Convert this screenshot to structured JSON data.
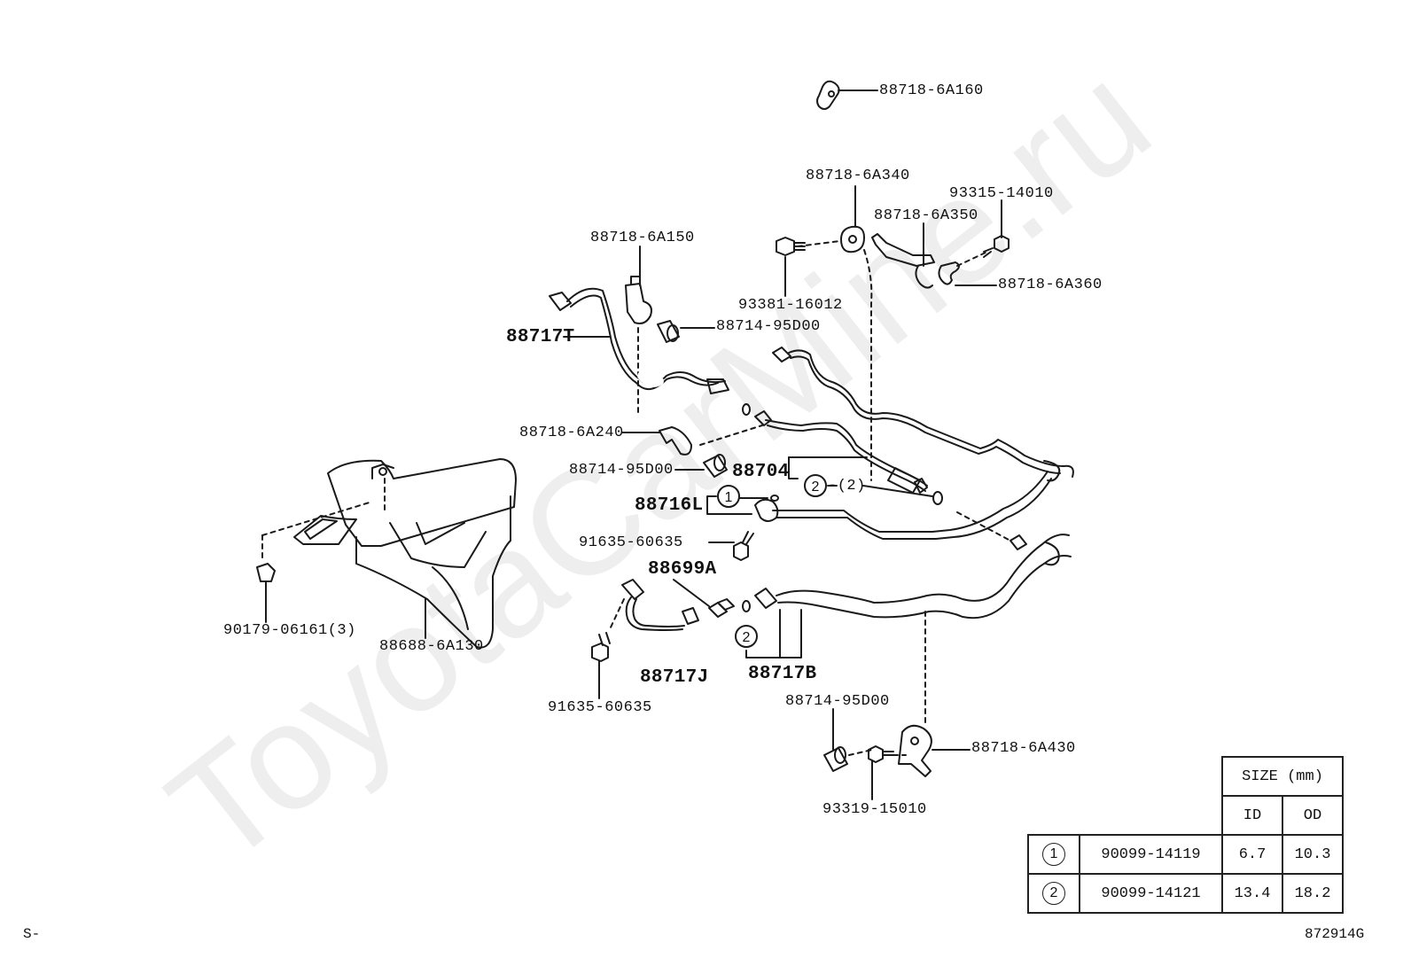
{
  "watermark": "ToyotaCarMine.ru",
  "labels": {
    "p88718_6A160": "88718-6A160",
    "p88718_6A340": "88718-6A340",
    "p93315_14010": "93315-14010",
    "p88718_6A350": "88718-6A350",
    "p88718_6A150": "88718-6A150",
    "p93381_16012": "93381-16012",
    "p88718_6A360": "88718-6A360",
    "p88714_95D00_a": "88714-95D00",
    "p88717T": "88717T",
    "p88718_6A240": "88718-6A240",
    "p88714_95D00_b": "88714-95D00",
    "p88704": "88704",
    "callout_2_qty": "-(2)",
    "p88716L": "88716L",
    "p91635_60635_a": "91635-60635",
    "p88699A": "88699A",
    "p90179_06161": "90179-06161(3)",
    "p88688_6A130": "88688-6A130",
    "p88717J": "88717J",
    "p88717B": "88717B",
    "p91635_60635_b": "91635-60635",
    "p88714_95D00_c": "88714-95D00",
    "p88718_6A430": "88718-6A430",
    "p93319_15010": "93319-15010"
  },
  "callouts": {
    "one": "1",
    "two": "2"
  },
  "size_table": {
    "header": "SIZE (mm)",
    "col_id": "ID",
    "col_od": "OD",
    "rows": [
      {
        "ref": "1",
        "part": "90099-14119",
        "id": "6.7",
        "od": "10.3"
      },
      {
        "ref": "2",
        "part": "90099-14121",
        "id": "13.4",
        "od": "18.2"
      }
    ]
  },
  "corner_left": "S-",
  "corner_right": "872914G"
}
